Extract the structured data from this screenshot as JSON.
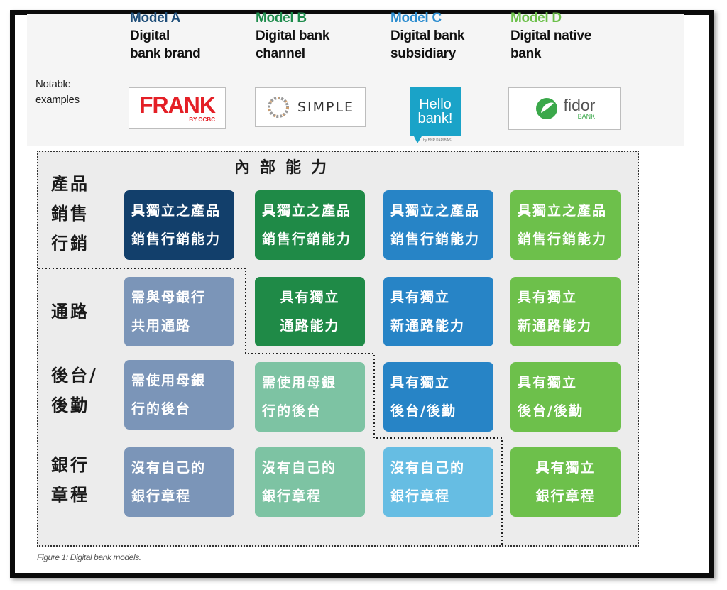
{
  "models": [
    {
      "label": "Model A",
      "name_line1": "Digital",
      "name_line2": "bank brand",
      "color": "#1f4e79"
    },
    {
      "label": "Model B",
      "name_line1": "Digital bank",
      "name_line2": "channel",
      "color": "#1e8c4c"
    },
    {
      "label": "Model C",
      "name_line1": "Digital bank",
      "name_line2": "subsidiary",
      "color": "#2b8ccf"
    },
    {
      "label": "Model D",
      "name_line1": "Digital native",
      "name_line2": "bank",
      "color": "#6cc04a"
    }
  ],
  "notable": {
    "line1": "Notable",
    "line2": "examples"
  },
  "logos": {
    "frank": {
      "main": "FRANK",
      "sub": "BY OCBC",
      "color": "#e41f26"
    },
    "simple": {
      "text": "SIMPLE"
    },
    "hello": {
      "line1": "Hello",
      "line2": "bank!",
      "sub": "by BNP PARIBAS",
      "color": "#1aa3c8"
    },
    "fidor": {
      "main": "fidor",
      "sub": "BANK",
      "color": "#3aa84a"
    }
  },
  "inner_title": "內部能力",
  "rows": [
    {
      "line1": "產品",
      "line2": "銷售",
      "line3": "行銷"
    },
    {
      "line1": "通路"
    },
    {
      "line1": "後台/",
      "line2": "後勤"
    },
    {
      "line1": "銀行",
      "line2": "章程"
    }
  ],
  "cells": {
    "r1": [
      {
        "l1": "具獨立之產品",
        "l2": "銷售行銷能力"
      },
      {
        "l1": "具獨立之產品",
        "l2": "銷售行銷能力"
      },
      {
        "l1": "具獨立之產品",
        "l2": "銷售行銷能力"
      },
      {
        "l1": "具獨立之產品",
        "l2": "銷售行銷能力"
      }
    ],
    "r2": [
      {
        "l1": "需與母銀行",
        "l2": "共用通路"
      },
      {
        "l1": "具有獨立",
        "l2": "通路能力"
      },
      {
        "l1": "具有獨立",
        "l2": "新通路能力"
      },
      {
        "l1": "具有獨立",
        "l2": "新通路能力"
      }
    ],
    "r3": [
      {
        "l1": "需使用母銀",
        "l2": "行的後台"
      },
      {
        "l1": "需使用母銀",
        "l2": "行的後台"
      },
      {
        "l1": "具有獨立",
        "l2": "後台/後勤"
      },
      {
        "l1": "具有獨立",
        "l2": "後台/後勤"
      }
    ],
    "r4": [
      {
        "l1": "沒有自己的",
        "l2": "銀行章程"
      },
      {
        "l1": "沒有自己的",
        "l2": "銀行章程"
      },
      {
        "l1": "沒有自己的",
        "l2": "銀行章程"
      },
      {
        "l1": "具有獨立",
        "l2": "銀行章程"
      }
    ]
  },
  "colors": {
    "dark_navy": "#123f6b",
    "dark_green": "#1f8a47",
    "blue": "#2784c6",
    "light_green": "#6dc04b",
    "slate": "#7b95b8",
    "sage": "#7dc3a3",
    "sky": "#66bde3"
  },
  "caption": "Figure 1: Digital bank models."
}
